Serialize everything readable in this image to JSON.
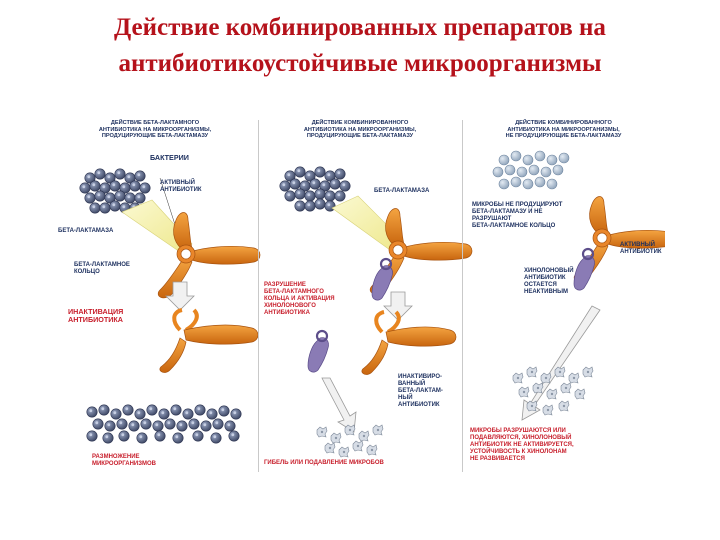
{
  "title": {
    "line1": "Действие комбинированных препаратов на",
    "line2": "антибиотикоустойчивые  микроорганизмы"
  },
  "colors": {
    "title": "#b5121b",
    "label_blue": "#1c2f5e",
    "label_red": "#c8202d",
    "enzyme_orange": "#e8851f",
    "bacteria_blue": "#55607f",
    "bacteria_light": "#aebed0",
    "inhibitor_purple": "#8a7bb5",
    "beam_yellow": "#f3f0a6"
  },
  "icons": [
    "bacteria-cluster-icon",
    "antibiotic-molecule-icon",
    "beta-lactamase-beam-icon",
    "arrow-down-icon",
    "inhibitor-molecule-icon",
    "dead-bacteria-icon"
  ],
  "panels": [
    {
      "header": [
        "ДЕЙСТВИЕ БЕТА-ЛАКТАМНОГО",
        "АНТИБИОТИКА НА МИКРООРГАНИЗМЫ,",
        "ПРОДУЦИРУЮЩИЕ БЕТА-ЛАКТАМАЗУ"
      ],
      "labels": {
        "bacteria": "БАКТЕРИИ",
        "active_antibiotic": [
          "АКТИВНЫЙ",
          "АНТИБИОТИК"
        ],
        "beta_lactamase": "БЕТА-ЛАКТАМАЗА",
        "beta_lactam_ring": [
          "БЕТА-ЛАКТАМНОЕ",
          "КОЛЬЦО"
        ],
        "inactivation": [
          "ИНАКТИВАЦИЯ",
          "АНТИБИОТИКА"
        ],
        "multiplying": [
          "РАЗМНОЖЕНИЕ",
          "МИКРООРГАНИЗМОВ"
        ]
      }
    },
    {
      "header": [
        "ДЕЙСТВИЕ КОМБИНИРОВАННОГО",
        "АНТИБИОТИКА НА МИКРООРГАНИЗМЫ,",
        "ПРОДУЦИРУЮЩИЕ БЕТА-ЛАКТАМАЗУ"
      ],
      "labels": {
        "beta_lactamase": "БЕТА-ЛАКТАМАЗА",
        "destruction": [
          "РАЗРУШЕНИЕ",
          "БЕТА-ЛАКТАМНОГО",
          "КОЛЬЦА И АКТИВАЦИЯ",
          "ХИНОЛОНОВОГО",
          "АНТИБИОТИКА"
        ],
        "inactivated": [
          "ИНАКТИВИРО-",
          "ВАННЫЙ",
          "БЕТА-ЛАКТАМ-",
          "НЫЙ",
          "АНТИБИОТИК"
        ],
        "death": "ГИБЕЛЬ ИЛИ ПОДАВЛЕНИЕ МИКРОБОВ"
      }
    },
    {
      "header": [
        "ДЕЙСТВИЕ КОМБИНИРОВАННОГО",
        "АНТИБИОТИКА НА МИКРООРГАНИЗМЫ,",
        "НЕ ПРОДУЦИРУЮЩИЕ БЕТА-ЛАКТАМАЗУ"
      ],
      "labels": {
        "non_producing": [
          "МИКРОБЫ НЕ ПРОДУЦИРУЮТ",
          "БЕТА-ЛАКТАМАЗУ И НЕ",
          "РАЗРУШАЮТ",
          "БЕТА-ЛАКТАМНОЕ КОЛЬЦО"
        ],
        "active_antibiotic": [
          "АКТИВНЫЙ",
          "АНТИБИОТИК"
        ],
        "quinolone_inactive": [
          "ХИНОЛОНОВЫЙ",
          "АНТИБИОТИК",
          "ОСТАЕТСЯ",
          "НЕАКТИВНЫМ"
        ],
        "destroyed": [
          "МИКРОБЫ РАЗРУШАЮТСЯ ИЛИ",
          "ПОДАВЛЯЮТСЯ, ХИНОЛОНОВЫЙ",
          "АНТИБИОТИК НЕ АКТИВИРУЕТСЯ,",
          "УСТОЙЧИВОСТЬ К ХИНОЛОНАМ",
          "НЕ РАЗВИВАЕТСЯ"
        ]
      }
    }
  ]
}
